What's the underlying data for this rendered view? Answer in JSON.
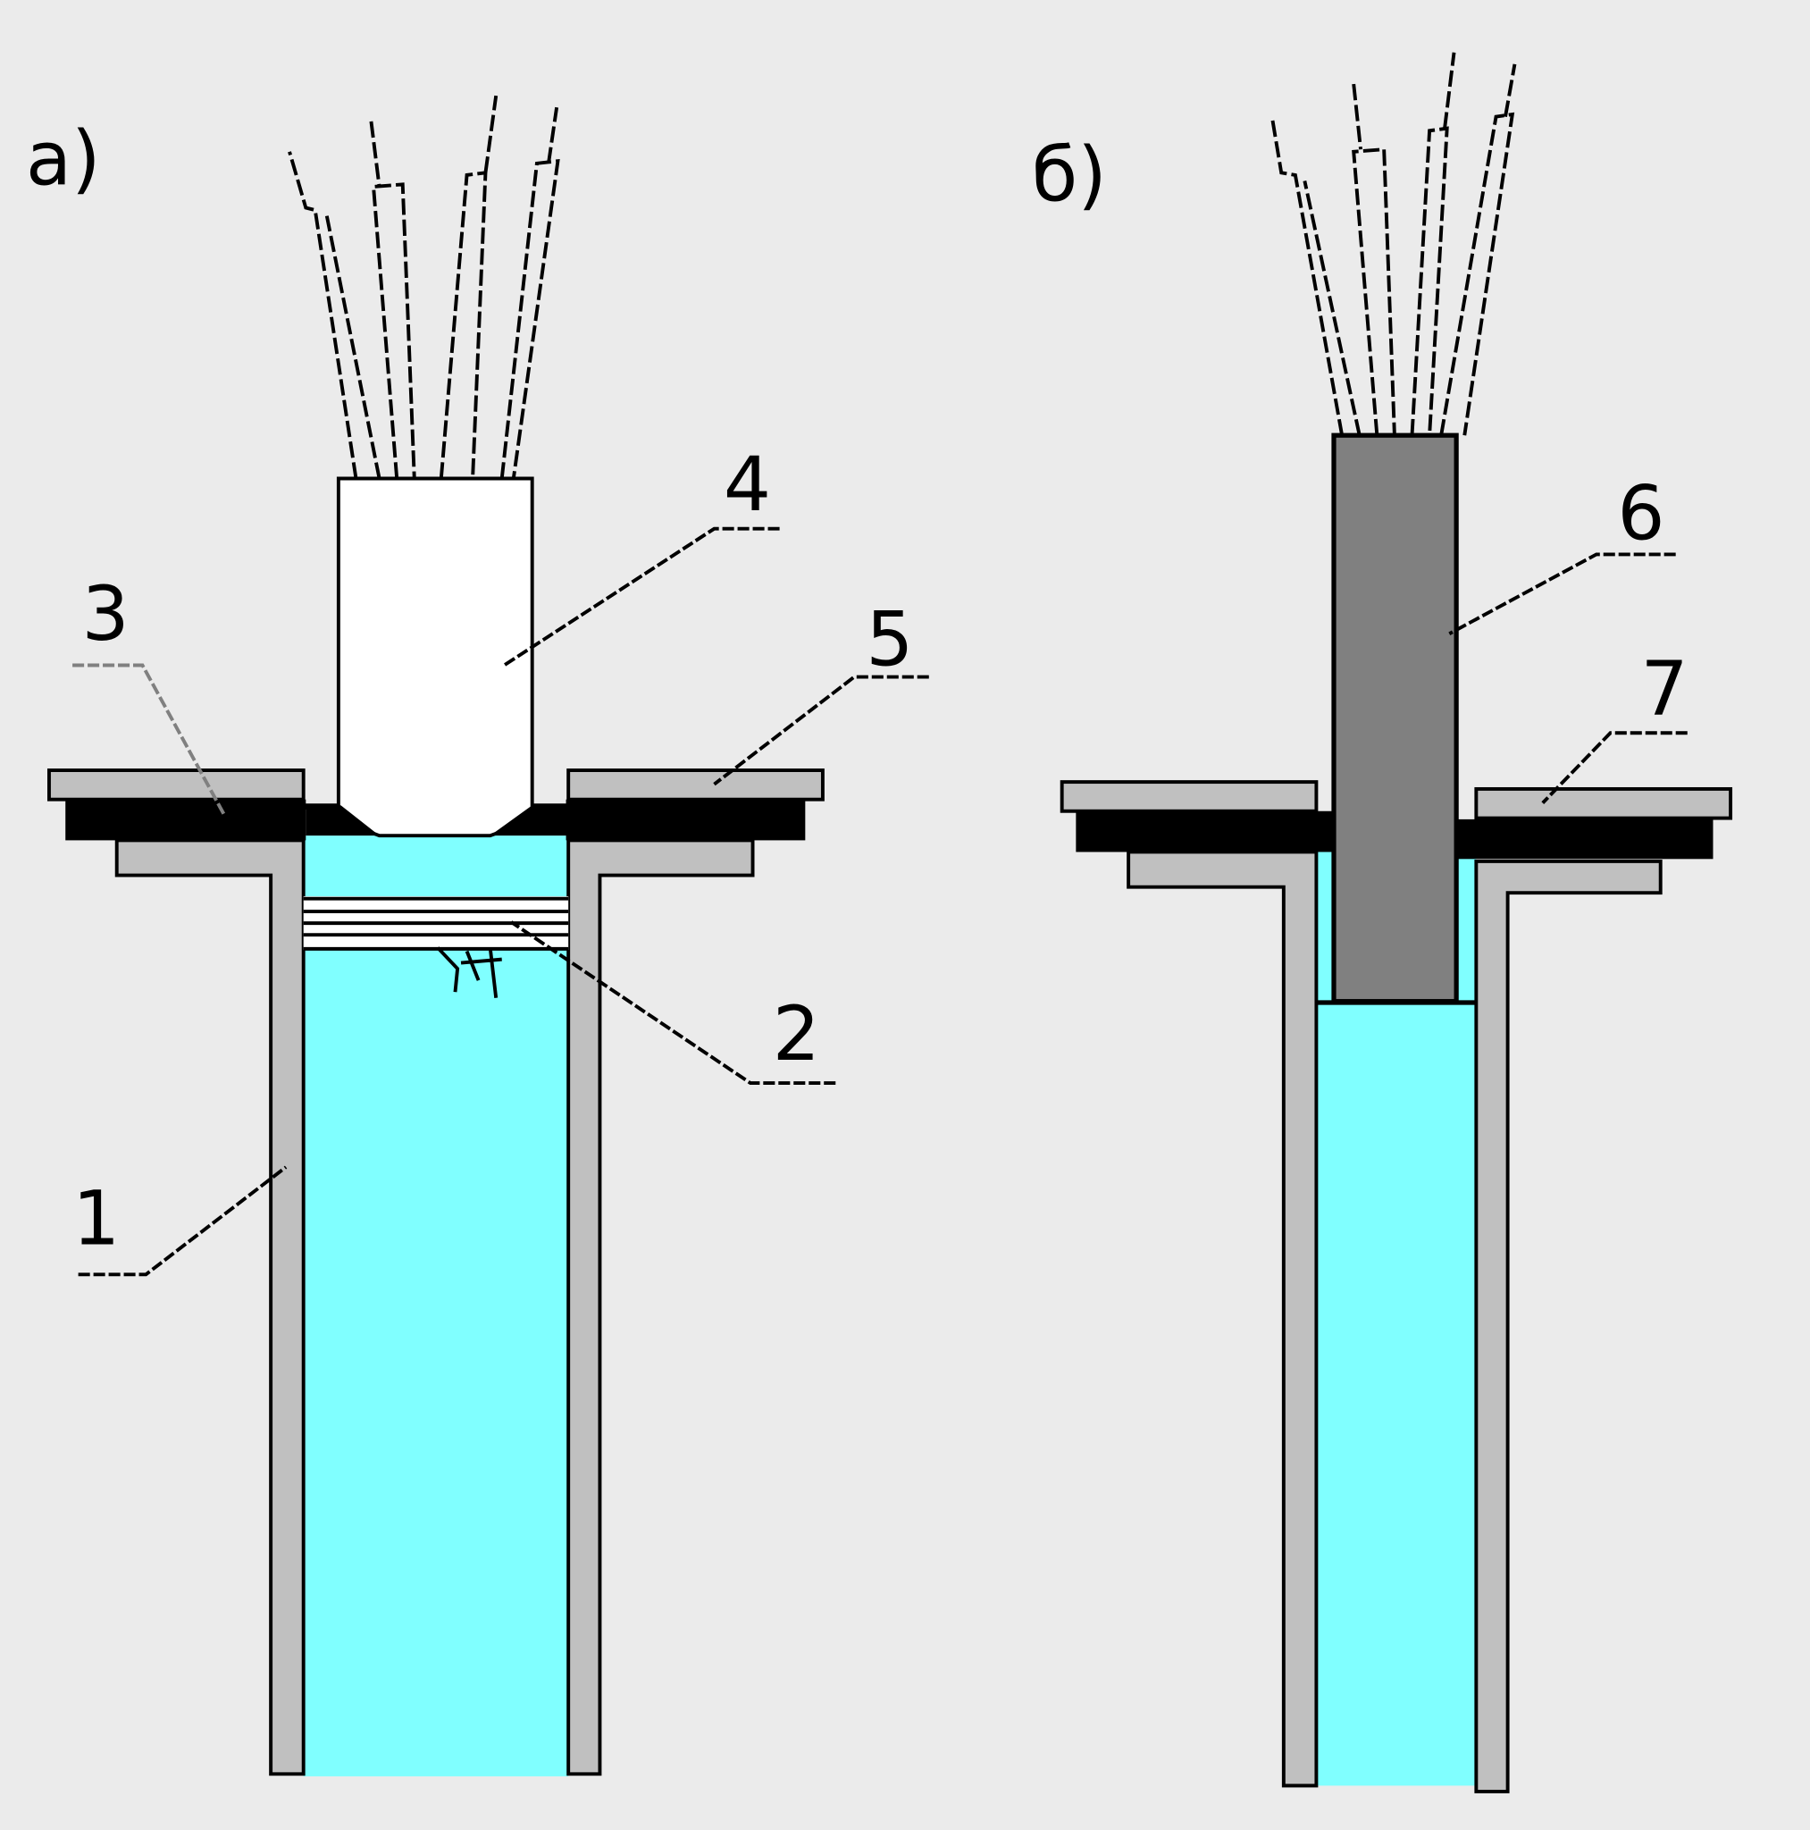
{
  "colors": {
    "background": "#ebebeb",
    "steel": "#c0c0c0",
    "water": "#80ffff",
    "rod": "#808080",
    "seal": "#000000"
  },
  "panels": {
    "a": {
      "label": "а)",
      "callouts": {
        "n1": "1",
        "n2": "2",
        "n3": "3",
        "n4": "4",
        "n5": "5"
      }
    },
    "b": {
      "label": "б)",
      "callouts": {
        "n6": "6",
        "n7": "7"
      }
    }
  }
}
